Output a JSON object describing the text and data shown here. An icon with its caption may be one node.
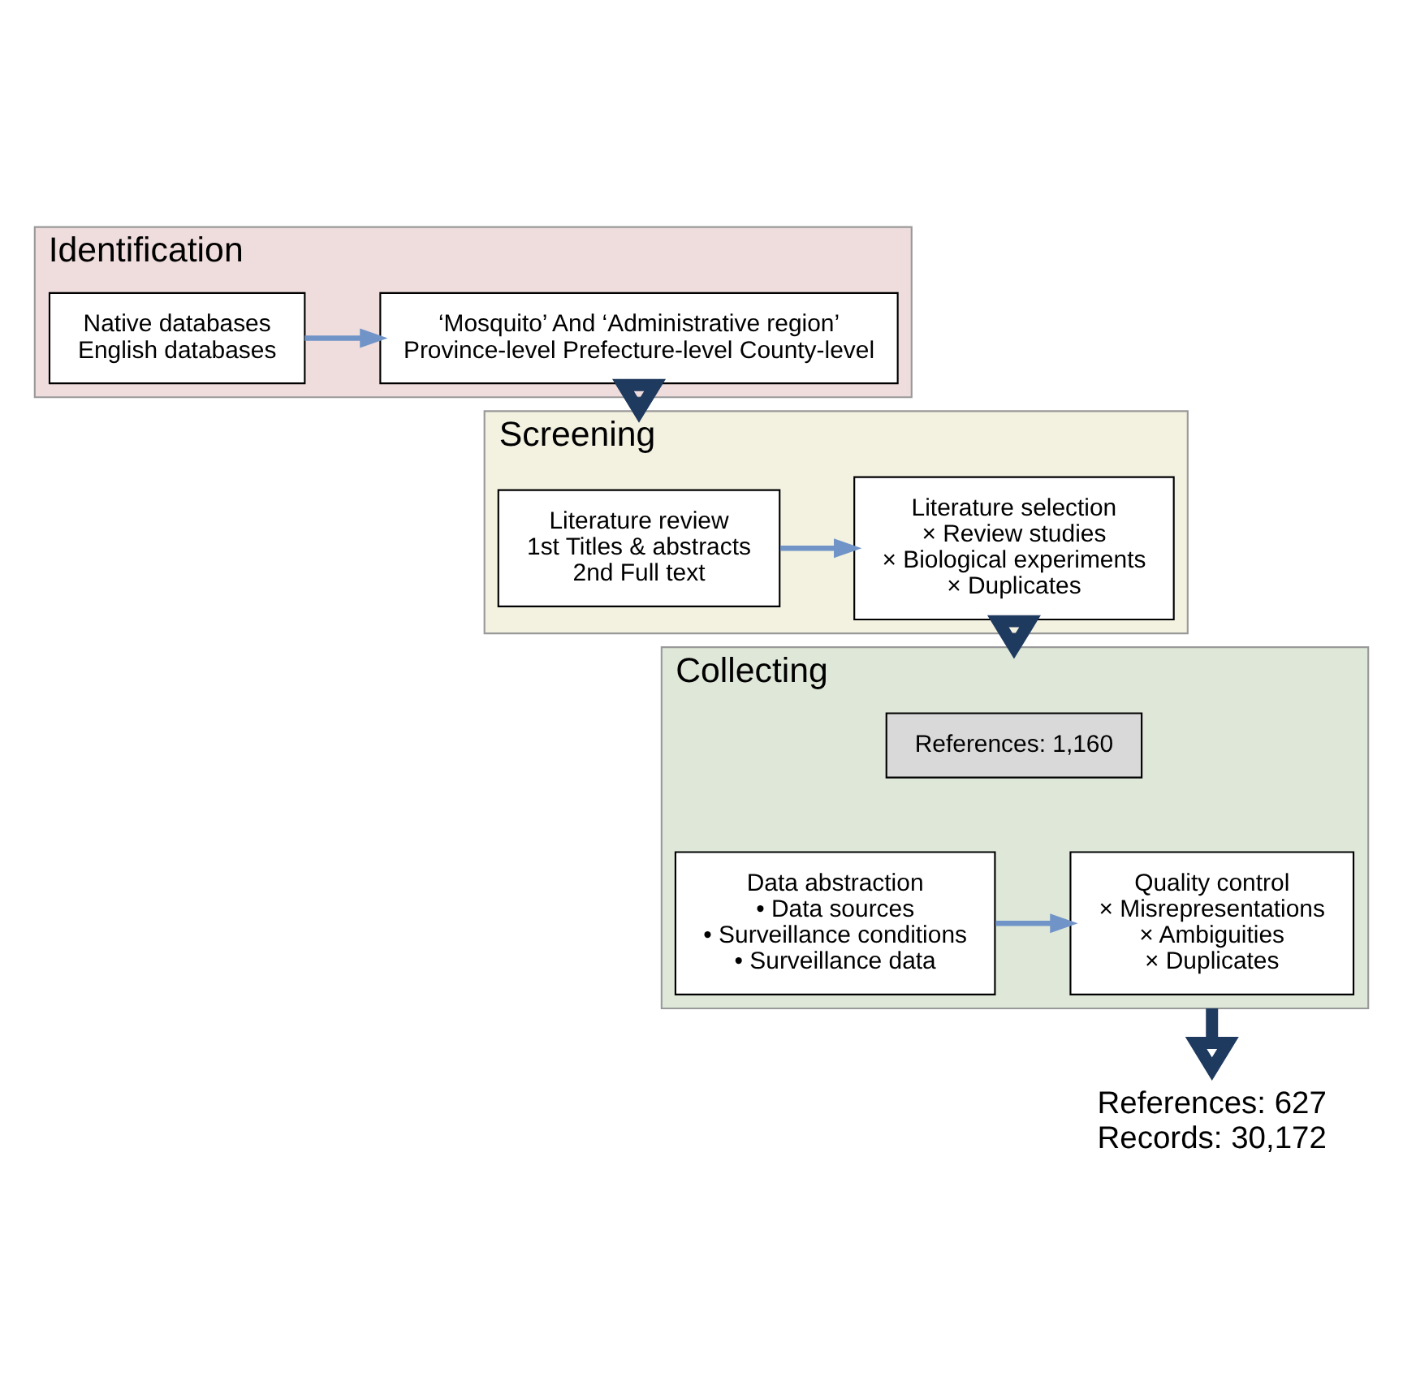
{
  "diagram": {
    "nodes": [
      {
        "text": [
          "Identification"
        ]
      },
      {
        "text": [
          "Native databases",
          "English databases"
        ],
        "in": 0
      },
      {
        "text": [
          "‘Mosquito’ And ‘Administrative region’",
          "Province-level Prefecture-level County-level"
        ],
        "in": 0
      },
      {
        "text": [
          "Screening"
        ]
      },
      {
        "text": [
          "Literature review",
          "1st Titles & abstracts",
          "2nd Full text"
        ],
        "in": 3
      },
      {
        "text": [
          "Literature selection",
          "× Review studies",
          "× Biological experiments",
          "× Duplicates"
        ],
        "in": 3
      },
      {
        "text": [
          "Collecting"
        ]
      },
      {
        "text": [
          "References: 1,160"
        ],
        "in": 6
      },
      {
        "text": [
          "Data abstraction",
          "• Data sources",
          "• Surveillance conditions",
          "• Surveillance data"
        ],
        "in": 6
      },
      {
        "text": [
          "Quality control",
          "× Misrepresentations",
          "× Ambiguities",
          "× Duplicates"
        ],
        "in": 6
      },
      {
        "text": [
          "References: 627",
          "Records: 30,172"
        ]
      }
    ],
    "edges": [
      {
        "from": 1,
        "to": 2,
        "arrow": "to"
      },
      {
        "from": 0,
        "to": 3,
        "arrow": "to",
        "style": "thick",
        "color": "#1f3a5f"
      },
      {
        "from": 4,
        "to": 5,
        "arrow": "to"
      },
      {
        "from": 3,
        "to": 6,
        "arrow": "to",
        "style": "thick",
        "color": "#1f3a5f"
      },
      {
        "from": 8,
        "to": 9,
        "arrow": "to"
      },
      {
        "from": 6,
        "to": 10,
        "arrow": "to",
        "style": "thick",
        "color": "#1f3a5f"
      }
    ]
  }
}
